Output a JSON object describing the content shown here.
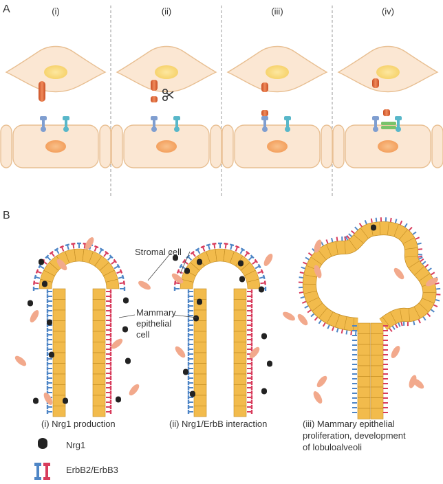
{
  "panel_a": {
    "label": "A",
    "columns": [
      {
        "label": "(i)"
      },
      {
        "label": "(ii)"
      },
      {
        "label": "(iii)"
      },
      {
        "label": "(iv)"
      }
    ]
  },
  "panel_b": {
    "label": "B",
    "callouts": {
      "stromal": "Stromal cell",
      "mammary_1": "Mammary",
      "mammary_2": "epithelial",
      "mammary_3": "cell"
    },
    "captions": [
      {
        "lines": [
          "(i) Nrg1 production"
        ]
      },
      {
        "lines": [
          "(ii) Nrg1/ErbB interaction"
        ]
      },
      {
        "lines": [
          "(iii) Mammary epithelial",
          "proliferation, development",
          "of lobuloalveoli"
        ]
      }
    ]
  },
  "legend": {
    "nrg1": "Nrg1",
    "erbb": "ErbB2/ErbB3"
  },
  "colors": {
    "cell_fill": "#fbe7d3",
    "cell_edge": "#e8bf92",
    "nucleus_stromal": "#f8d57a",
    "nucleus_epi": "#f6a86a",
    "duct": "#f2bb4c",
    "duct_edge": "#c08a22",
    "erbb2": "#4f86c6",
    "erbb3": "#d83c5c",
    "nrg1": "#222222",
    "stroma_cell": "#f2a98c",
    "ligand": "#e0673b",
    "receptor_blue": "#7f9ed0",
    "receptor_cyan": "#58b7c9",
    "dimer_green": "#79c36a"
  }
}
